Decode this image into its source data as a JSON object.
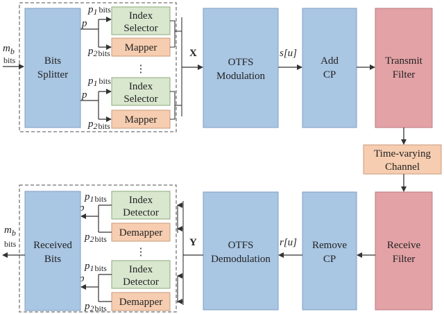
{
  "colors": {
    "blue_fill": "#a9c6e3",
    "blue_stroke": "#7f9fc3",
    "green_fill": "#d9e7cf",
    "green_stroke": "#8aa87a",
    "orange_fill": "#f6cdb0",
    "orange_stroke": "#c99a7a",
    "red_fill": "#e3a2a6",
    "red_stroke": "#b87b80",
    "line": "#333333",
    "dash": "#888888"
  },
  "transmitter": {
    "input_m": "m",
    "input_sub": "b",
    "input_bits": "bits",
    "splitter_line1": "Bits",
    "splitter_line2": "Splitter",
    "p_label": "p",
    "p1": "p",
    "p1_sub": "1",
    "p2": "p",
    "p2_sub": "2",
    "bits": "bits",
    "index_selector_line1": "Index",
    "index_selector_line2": "Selector",
    "mapper": "Mapper",
    "dots": "⋮",
    "x_label": "X",
    "otfs_mod_line1": "OTFS",
    "otfs_mod_line2": "Modulation",
    "s_label": "s[u]",
    "add_cp_line1": "Add",
    "add_cp_line2": "CP",
    "tx_filter_line1": "Transmit",
    "tx_filter_line2": "Filter"
  },
  "channel": {
    "line1": "Time-varying",
    "line2": "Channel"
  },
  "receiver": {
    "output_m": "m",
    "output_sub": "b",
    "output_bits": "bits",
    "received_line1": "Received",
    "received_line2": "Bits",
    "index_detector_line1": "Index",
    "index_detector_line2": "Detector",
    "demapper": "Demapper",
    "y_label": "Y",
    "otfs_demod_line1": "OTFS",
    "otfs_demod_line2": "Demodulation",
    "r_label": "r[u]",
    "remove_cp_line1": "Remove",
    "remove_cp_line2": "CP",
    "rx_filter_line1": "Receive",
    "rx_filter_line2": "Filter"
  }
}
